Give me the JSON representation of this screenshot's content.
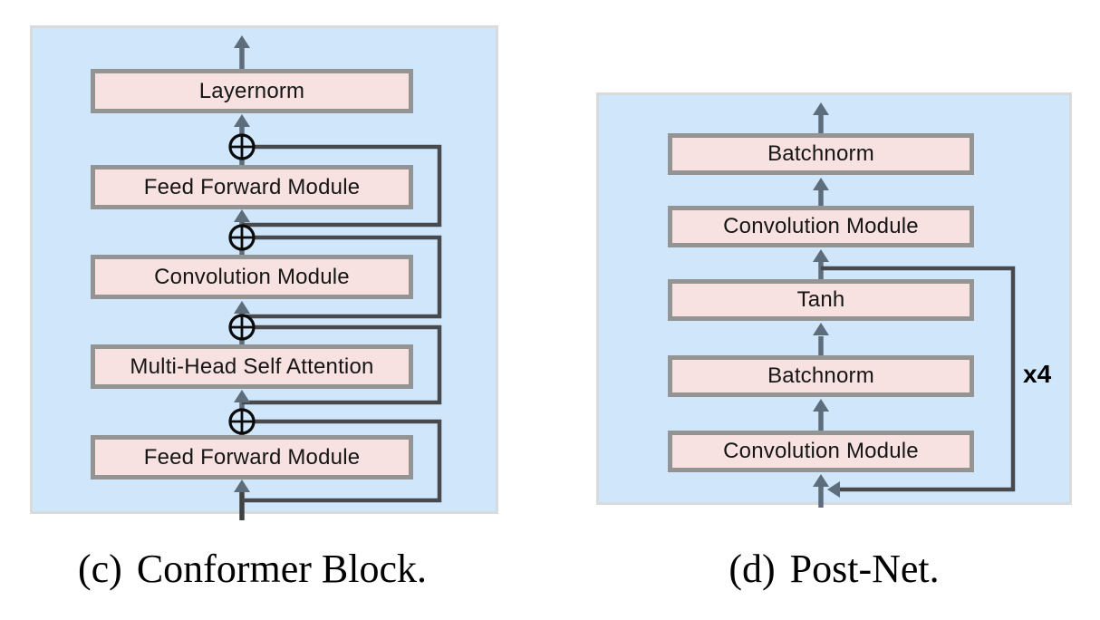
{
  "conformer": {
    "boxes": [
      {
        "label": "Layernorm"
      },
      {
        "label": "Feed Forward Module"
      },
      {
        "label": "Convolution Module"
      },
      {
        "label": "Multi-Head Self Attention"
      },
      {
        "label": "Feed Forward Module"
      }
    ]
  },
  "postnet": {
    "boxes": [
      {
        "label": "Batchnorm"
      },
      {
        "label": "Convolution Module"
      },
      {
        "label": "Tanh"
      },
      {
        "label": "Batchnorm"
      },
      {
        "label": "Convolution Module"
      }
    ],
    "repeat_label": "x4"
  },
  "captions": {
    "c": {
      "label": "(c)",
      "title": "Conformer Block."
    },
    "d": {
      "label": "(d)",
      "title": "Post-Net."
    }
  },
  "icons": {
    "add": "⊕",
    "arrow_up": "↑",
    "arrow_left": "←"
  },
  "colors": {
    "panel_bg": "#d0e7fb",
    "panel_border": "#d9dadc",
    "box_bg": "#f8e2e1",
    "box_border": "#949494",
    "flow_arrow": "#5d6d7c",
    "residual_line": "#48494c",
    "input_line": "#3f4143",
    "add_node": "#0b0b0b",
    "text": "#000000"
  }
}
